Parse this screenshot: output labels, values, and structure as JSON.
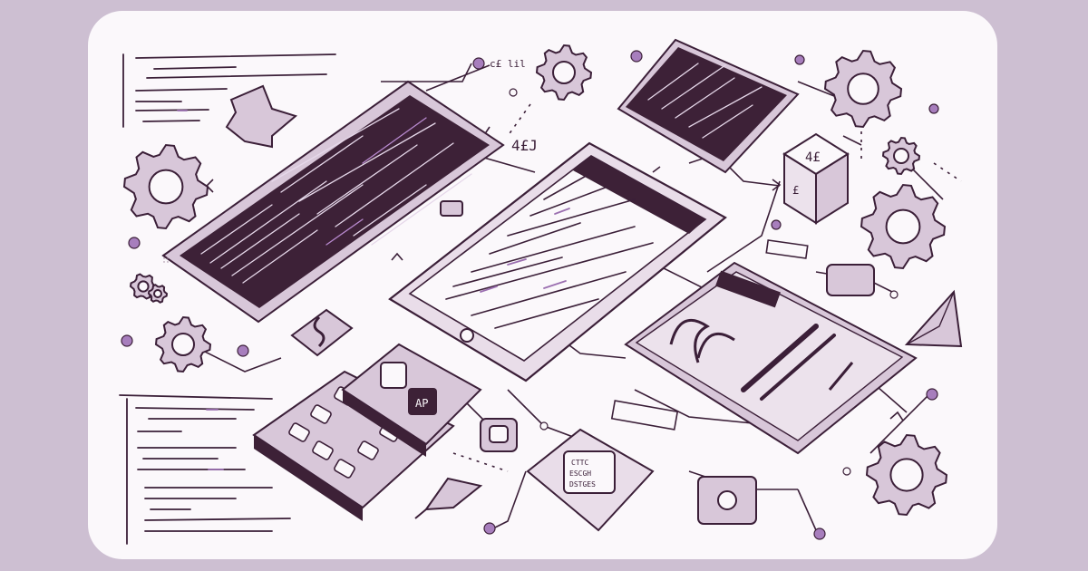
{
  "palette": {
    "background": "#cdbfd2",
    "paper": "#fbf8fb",
    "ink": "#3b1f38",
    "screen": "#3d2137",
    "accent": "#9b6fb0",
    "accent_light": "#e6d8ea",
    "shade": "#d8c7d9"
  },
  "illustration": {
    "subject": "isometric sketch of developer tools: code screens, tablet, keypads and gears",
    "visible_text": {
      "corner_label_top": "c£ lil",
      "tablet_label": "4£J",
      "cube_label": "4£",
      "cube_label_bottom": "£",
      "badge_text": [
        "CTTC",
        "ESCGH",
        "DSTGES"
      ]
    },
    "icons": [
      "gear-icon",
      "puzzle-block-icon",
      "monitor-icon",
      "tablet-icon",
      "keypad-icon",
      "pencil-icon",
      "triangle-icon",
      "cube-icon"
    ]
  }
}
